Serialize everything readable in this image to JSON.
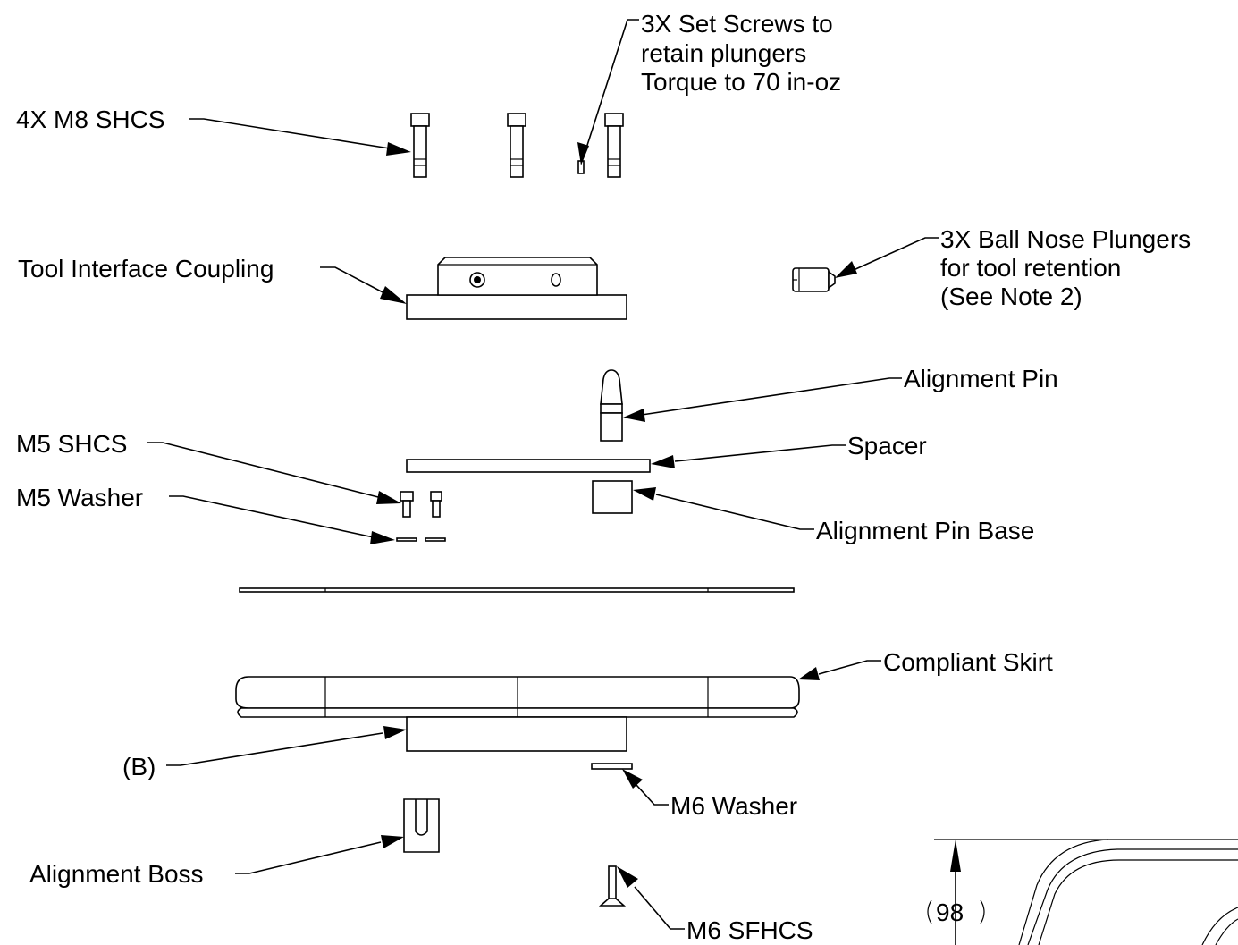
{
  "labels": {
    "set_screws": [
      "3X Set Screws to",
      "retain plungers",
      "Torque to 70 in-oz"
    ],
    "m8_shcs": "4X M8 SHCS",
    "tool_interface": "Tool Interface Coupling",
    "ball_plungers": [
      "3X Ball Nose Plungers",
      "for tool retention",
      "(See Note 2)"
    ],
    "alignment_pin": "Alignment Pin",
    "spacer": "Spacer",
    "m5_shcs": "M5 SHCS",
    "m5_washer": "M5 Washer",
    "alignment_pin_base": "Alignment Pin Base",
    "compliant_skirt": "Compliant Skirt",
    "b_ref": "(B)",
    "m6_washer": "M6 Washer",
    "alignment_boss": "Alignment Boss",
    "m6_sfhcs": "M6 SFHCS",
    "dimension": "98"
  }
}
